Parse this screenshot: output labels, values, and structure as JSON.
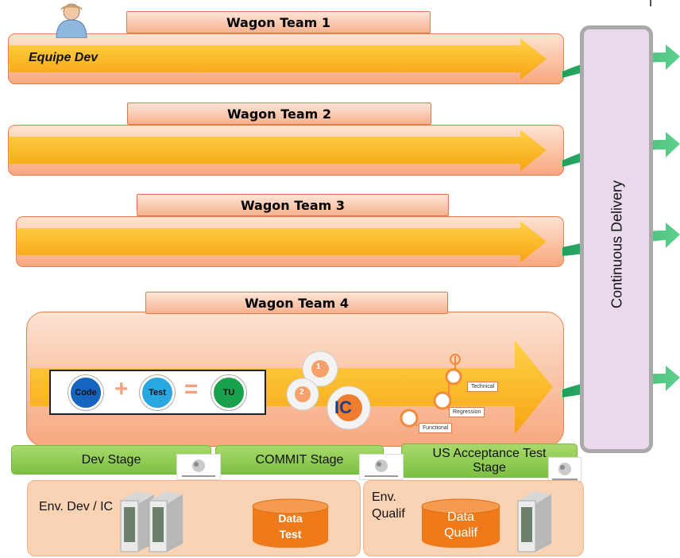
{
  "teams": [
    {
      "label": "Wagon Team 1",
      "tag": "Equipe Dev"
    },
    {
      "label": "Wagon Team 2"
    },
    {
      "label": "Wagon Team 3"
    },
    {
      "label": "Wagon Team 4"
    }
  ],
  "flow": {
    "code": "Code",
    "test": "Test",
    "tu": "TU",
    "ic": "IC",
    "gear1": "1",
    "gear2": "2",
    "tests": [
      "Technical",
      "Regression",
      "Functional"
    ]
  },
  "stages": {
    "dev": "Dev Stage",
    "commit": "COMMIT Stage",
    "acceptance": "US Acceptance Test Stage"
  },
  "environments": {
    "dev": {
      "label": "Env. Dev / IC",
      "db": "Data Test"
    },
    "qualif": {
      "label": "Env. Qualif",
      "db": "Data Qualif"
    }
  },
  "delivery": {
    "label": "Continuous Delivery"
  },
  "colors": {
    "lane_orange": "#f7a77e",
    "arrow_yellow": "#fbb61b",
    "stage_green": "#8ccb52",
    "delivery_arrow": "#3fbf7b",
    "code_blue": "#1565c0",
    "test_blue": "#29a7e0",
    "tu_green": "#19a14b"
  }
}
